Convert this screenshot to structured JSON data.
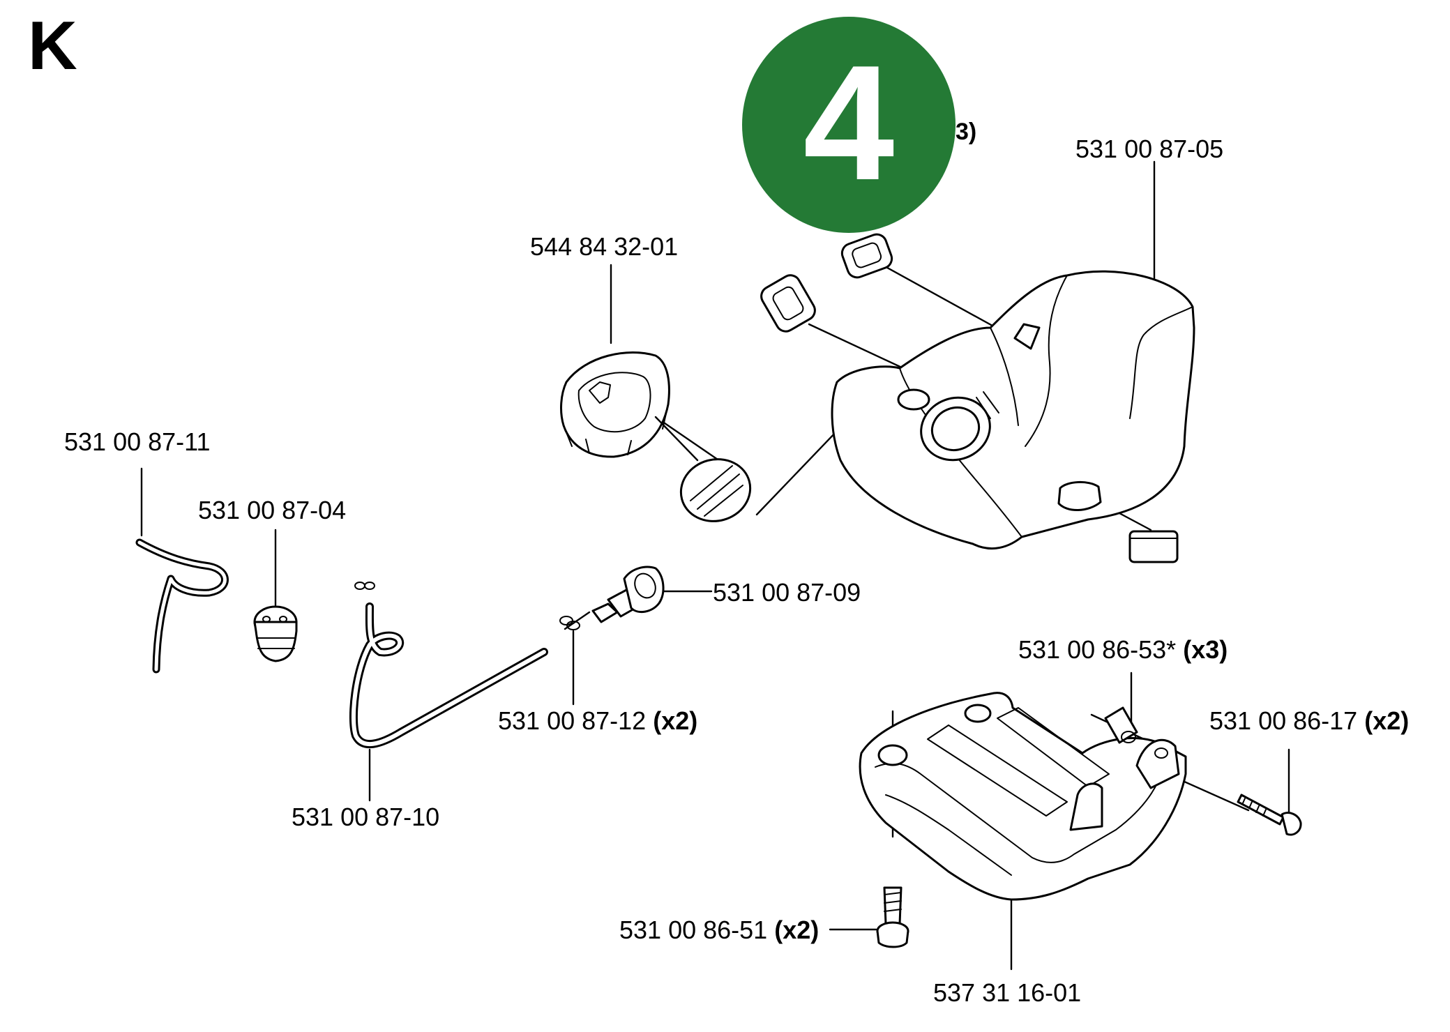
{
  "section": {
    "letter": "K"
  },
  "badge": {
    "number": "4",
    "color": "#247a35"
  },
  "partial_label": "3)",
  "parts": [
    {
      "id": "fuel_tank",
      "number": "531 00 87-05",
      "qty": ""
    },
    {
      "id": "fuel_cap",
      "number": "544 84 32-01",
      "qty": ""
    },
    {
      "id": "fuel_line_return",
      "number": "531 00 87-11",
      "qty": ""
    },
    {
      "id": "grommet",
      "number": "531 00 87-04",
      "qty": ""
    },
    {
      "id": "fuel_filter",
      "number": "531 00 87-09",
      "qty": ""
    },
    {
      "id": "hose_clamp",
      "number": "531 00 87-12",
      "qty": "(x2)"
    },
    {
      "id": "fuel_line",
      "number": "531 00 87-10",
      "qty": ""
    },
    {
      "id": "spacer",
      "number": "531 00 86-53*",
      "qty": "(x3)"
    },
    {
      "id": "screw_long",
      "number": "531 00 86-17",
      "qty": "(x2)"
    },
    {
      "id": "screw_short",
      "number": "531 00 86-51",
      "qty": "(x2)"
    },
    {
      "id": "tank_bracket",
      "number": "537 31 16-01",
      "qty": ""
    }
  ]
}
